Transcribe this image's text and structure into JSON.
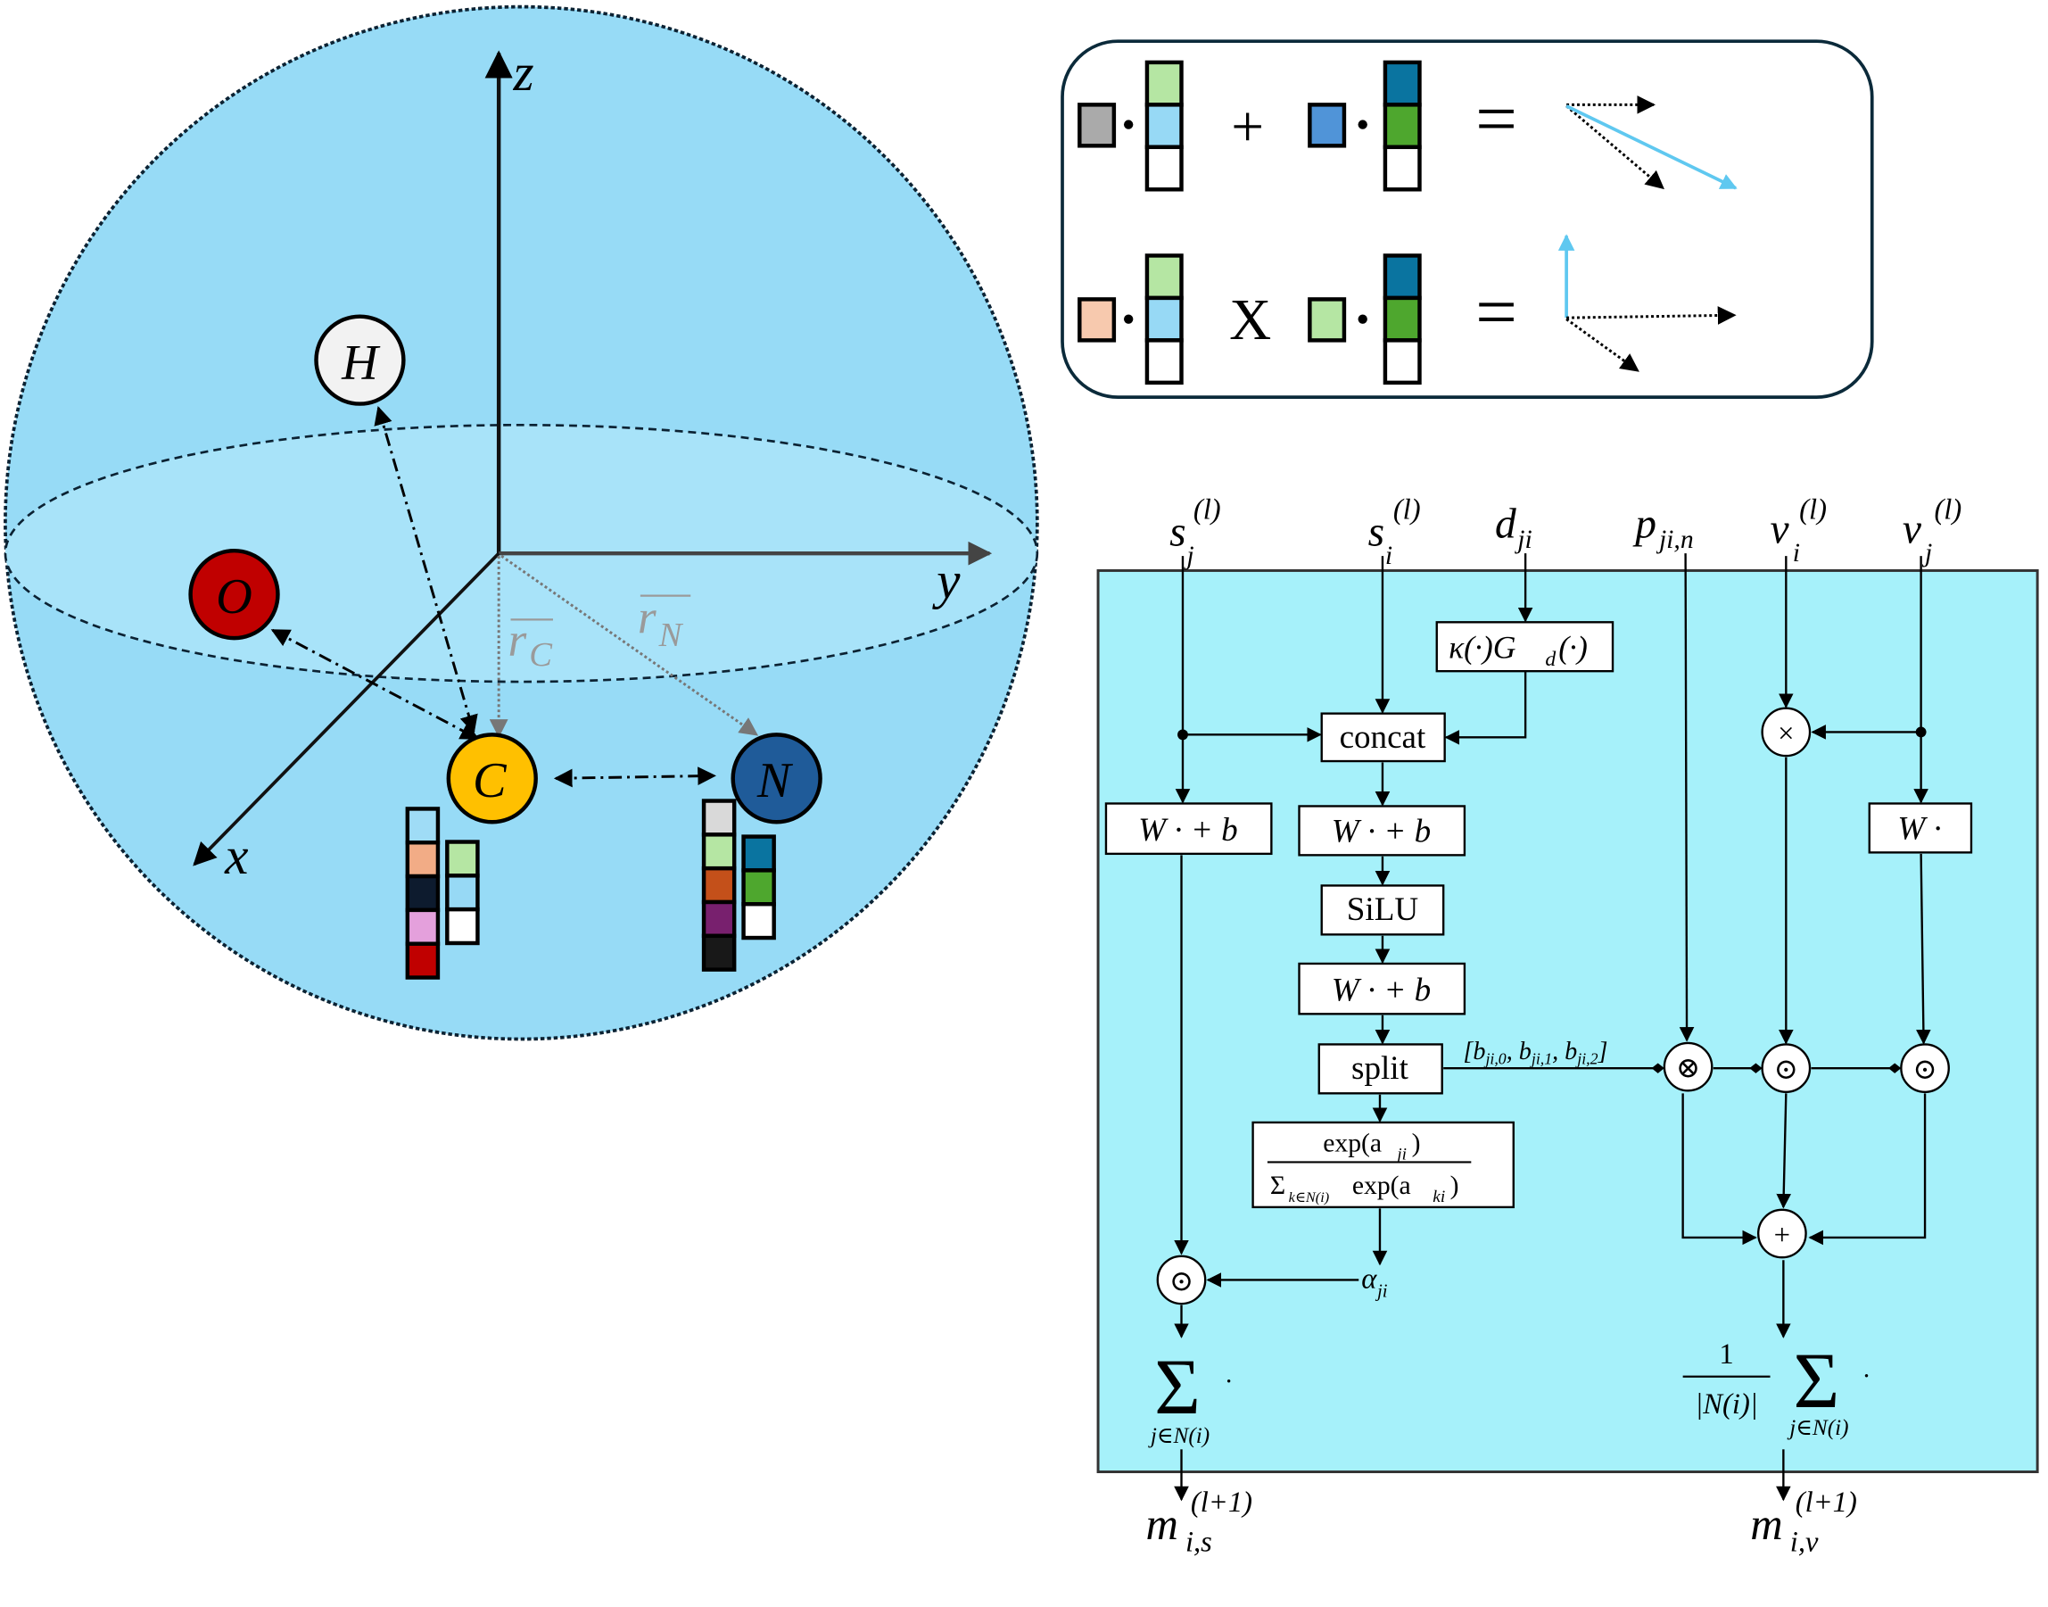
{
  "colors": {
    "sphere": "#97dbf6",
    "equator_disc": "#a8e3f9",
    "flow_bg": "#a6f1fa",
    "hydrogen": "#f2f2f2",
    "oxygen": "#c00000",
    "carbon": "#ffc000",
    "nitrogen": "#1f5b99",
    "vector_blue": "#5fc8f0"
  },
  "sphere": {
    "axes": {
      "z": "z",
      "y": "y",
      "x": "x"
    },
    "atoms": {
      "H": "H",
      "O": "O",
      "C": "C",
      "N": "N"
    },
    "position_vectors": {
      "rC": {
        "base": "r",
        "sub": "C"
      },
      "rN": {
        "base": "r",
        "sub": "N"
      }
    },
    "carbon_features": {
      "scalar_column": [
        "#9fdcf6",
        "#f2ac86",
        "#0d1b2e",
        "#e4a0dc",
        "#c00000"
      ],
      "vector_column": [
        "#b5e6a3",
        "#97d9f5",
        "#ffffff"
      ]
    },
    "nitrogen_features": {
      "scalar_column": [
        "#d9d9d9",
        "#b5e6a3",
        "#c4501a",
        "#78206e",
        "#181818"
      ],
      "vector_column": [
        "#0a74a0",
        "#4ea72e",
        "#ffffff"
      ]
    }
  },
  "legend": {
    "row1": {
      "scalar_a": "#aaaaaa",
      "vec_a": [
        "#b5e6a3",
        "#97d9f5",
        "#ffffff"
      ],
      "operator": "+",
      "scalar_b": "#5094d8",
      "vec_b": [
        "#0a74a0",
        "#4ea72e",
        "#ffffff"
      ],
      "equals": "="
    },
    "row2": {
      "scalar_a": "#f7c9ae",
      "vec_a": [
        "#b5e6a3",
        "#97d9f5",
        "#ffffff"
      ],
      "operator": "X",
      "scalar_b": "#b5e6a3",
      "vec_b": [
        "#0a74a0",
        "#4ea72e",
        "#ffffff"
      ],
      "equals": "="
    }
  },
  "flow": {
    "inputs": {
      "sj": {
        "base": "s",
        "sub": "j",
        "sup": "(l)"
      },
      "si": {
        "base": "s",
        "sub": "i",
        "sup": "(l)"
      },
      "dji": {
        "base": "d",
        "sub": "ji"
      },
      "pjin": {
        "base": "p",
        "sub": "ji,n"
      },
      "vi": {
        "base": "v",
        "sub": "i",
        "sup": "(l)"
      },
      "vj": {
        "base": "v",
        "sub": "j",
        "sup": "(l)"
      }
    },
    "boxes": {
      "rbf": "κ(·)G",
      "rbf_sub": "d",
      "rbf_tail": "(·)",
      "concat": "concat",
      "linear_left": "W · + b",
      "linear_mid1": "W · + b",
      "silu": "SiLU",
      "linear_mid2": "W · + b",
      "split": "split",
      "linear_right": "W ·",
      "softmax_num": "exp(a",
      "softmax_num_sub": "ji",
      "softmax_num_tail": ")",
      "softmax_den_sigma": "Σ",
      "softmax_den_sub": "k∈N(i)",
      "softmax_den_tail": " exp(a",
      "softmax_den_sub2": "ki",
      "softmax_den_close": ")"
    },
    "split_output": {
      "open": "[b",
      "s0": "ji,0",
      "c1": ", b",
      "s1": "ji,1",
      "c2": ", b",
      "s2": "ji,2",
      "close": "]"
    },
    "alpha": {
      "base": "α",
      "sub": "ji"
    },
    "ops": {
      "cross": "×",
      "tensor": "⊗",
      "hadamard": "⊙",
      "plus": "+"
    },
    "sum_left": {
      "sigma": "Σ",
      "sub": "j∈N(i)",
      "dot": "·"
    },
    "sum_right": {
      "num": "1",
      "den": "|N(i)|",
      "sigma": "Σ",
      "sub": "j∈N(i)",
      "dot": "·"
    },
    "outputs": {
      "mis": {
        "base": "m",
        "sub": "i,s",
        "sup": "(l+1)"
      },
      "miv": {
        "base": "m",
        "sub": "i,v",
        "sup": "(l+1)"
      }
    }
  }
}
